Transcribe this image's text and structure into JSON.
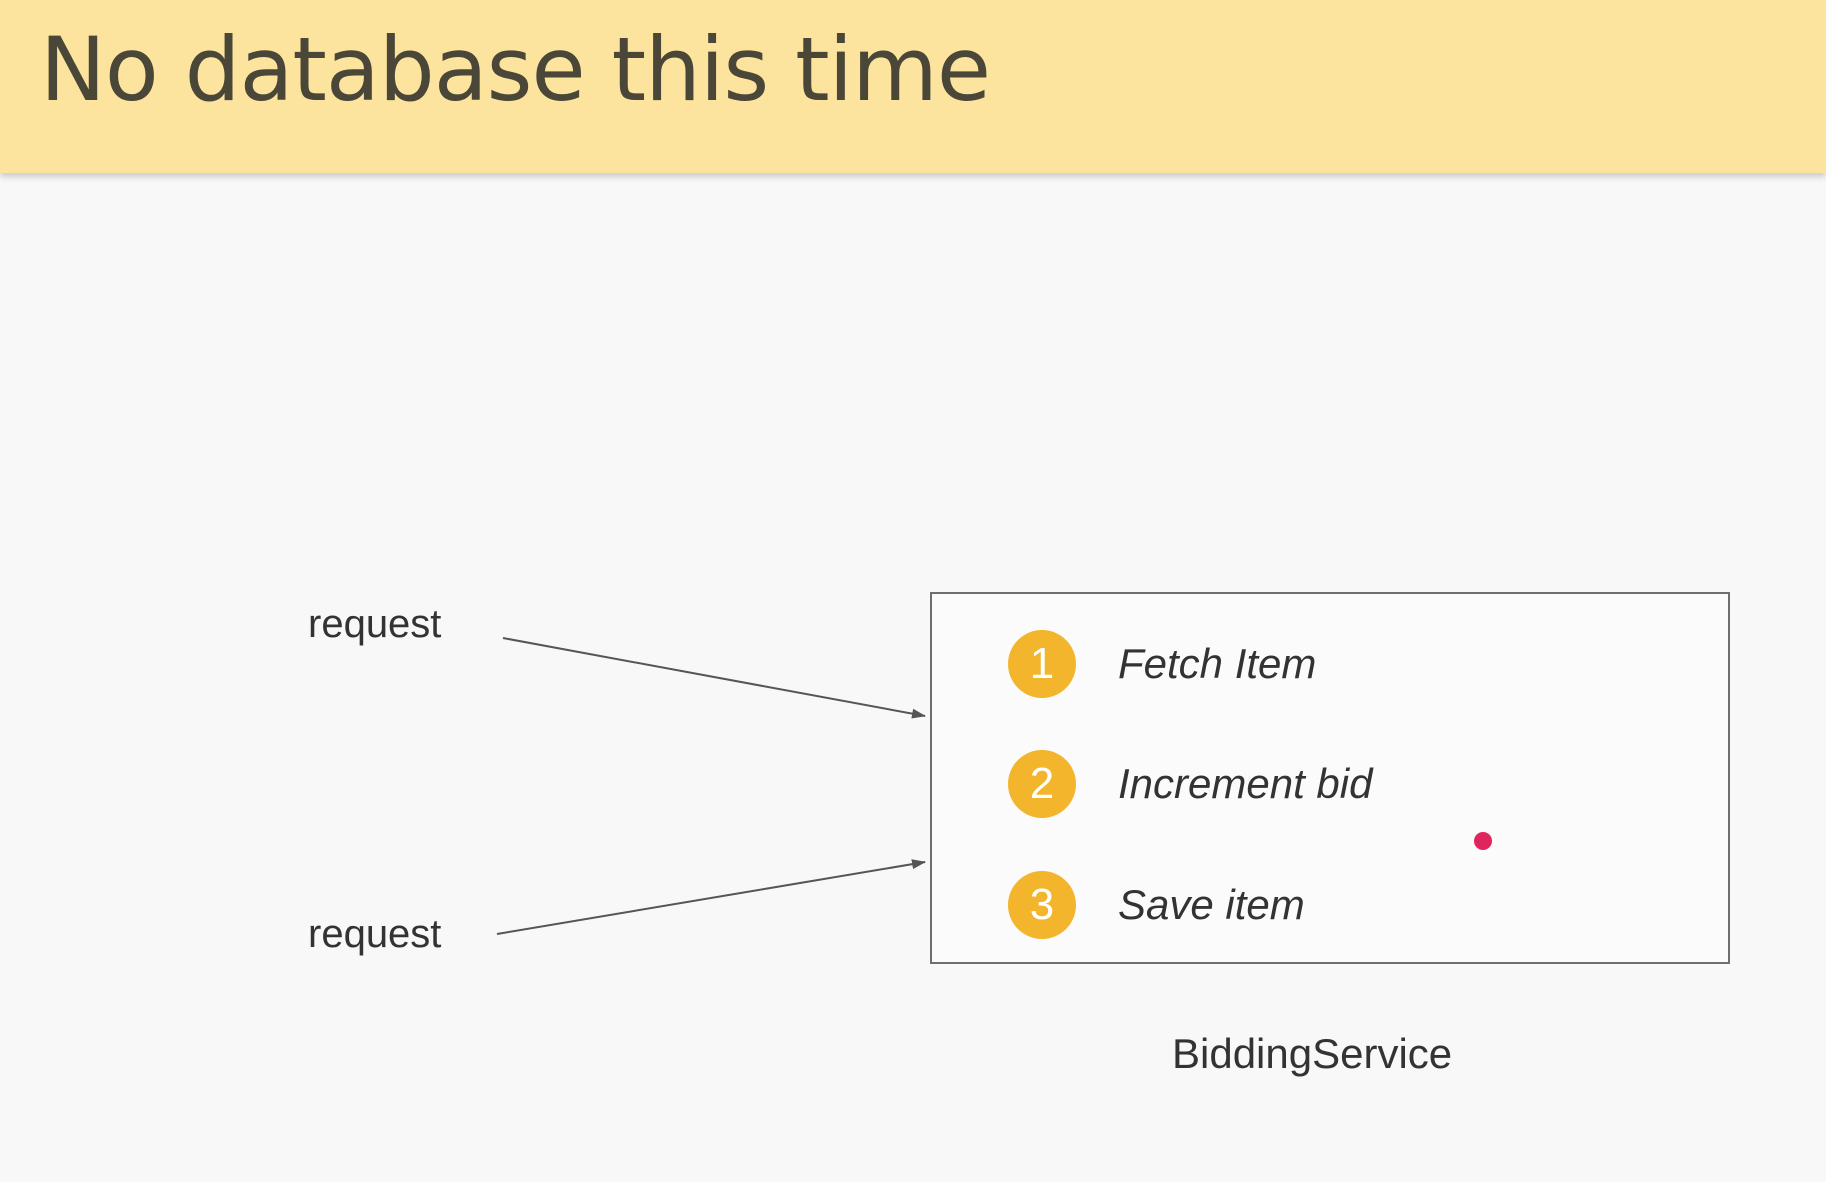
{
  "slide": {
    "title": "No database this time",
    "header_color": "#fde49e"
  },
  "diagram": {
    "requests": [
      {
        "label": "request"
      },
      {
        "label": "request"
      }
    ],
    "service": {
      "name": "BiddingService",
      "steps": [
        {
          "number": "1",
          "label": "Fetch Item"
        },
        {
          "number": "2",
          "label": "Increment bid"
        },
        {
          "number": "3",
          "label": "Save item"
        }
      ]
    },
    "colors": {
      "badge": "#f2b52b",
      "arrow": "#555555",
      "pointer": "#e0245e"
    }
  }
}
